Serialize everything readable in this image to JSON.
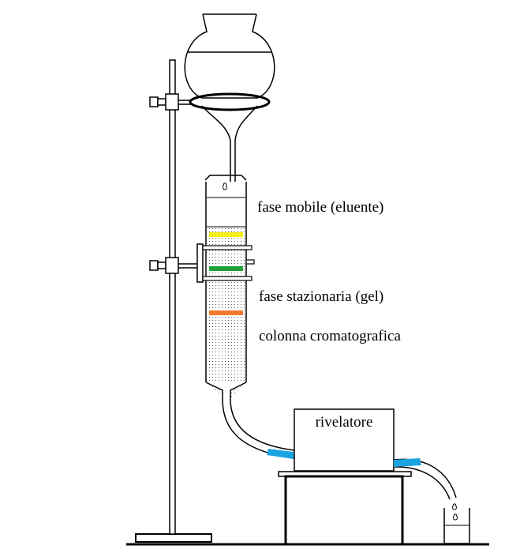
{
  "labels": {
    "mobile_phase": "fase mobile (eluente)",
    "stationary_phase": "fase stazionaria (gel)",
    "column": "colonna cromatografica",
    "detector": "rivelatore"
  },
  "colors": {
    "band_yellow": "#f5ee1a",
    "band_green": "#1fa23a",
    "band_orange": "#f07a2a",
    "tube_connector": "#1aa3e0",
    "outline": "#000000"
  }
}
